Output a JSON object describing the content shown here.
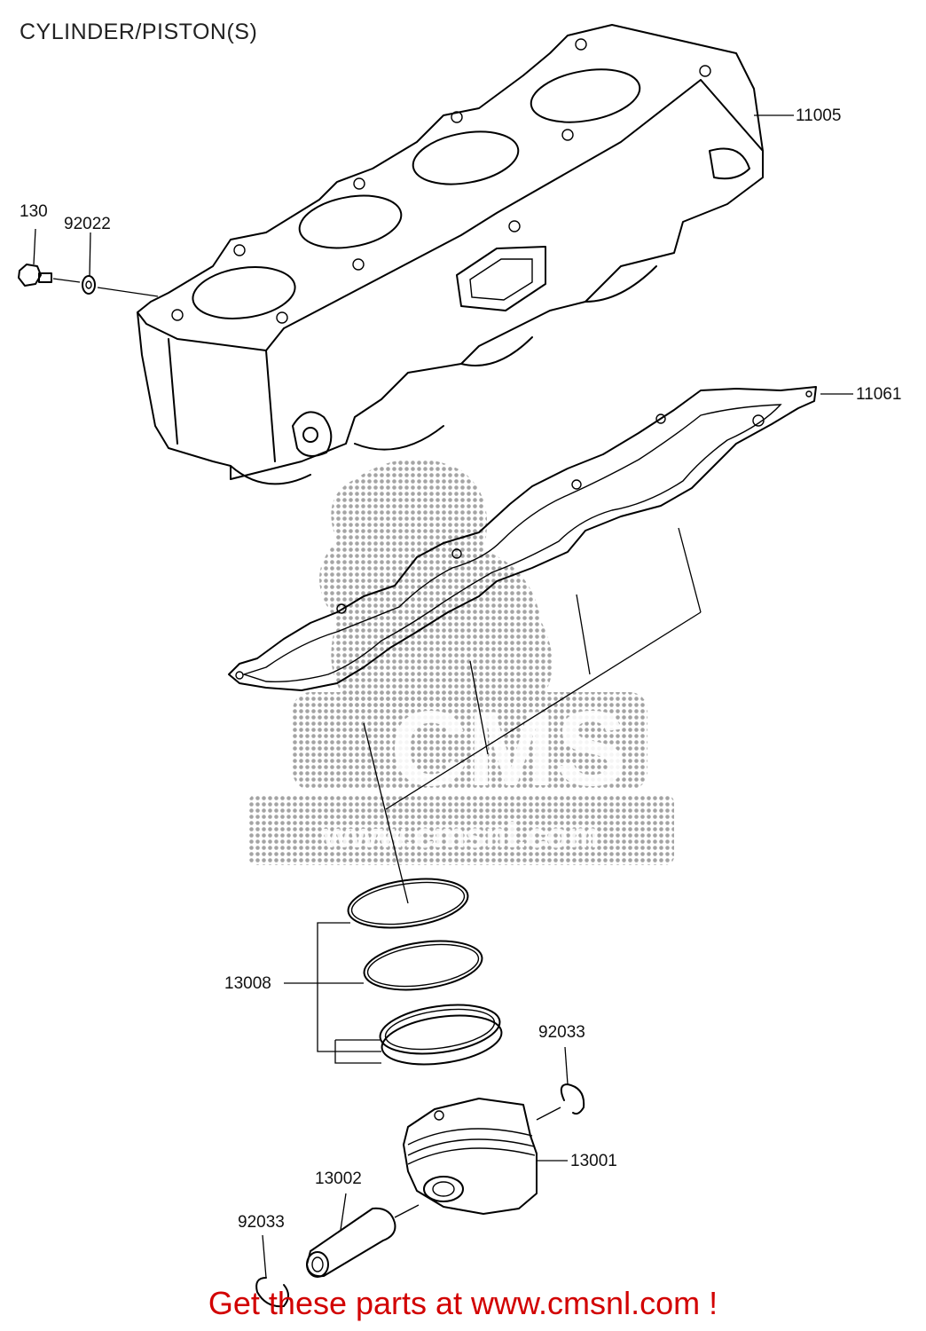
{
  "title": "CYLINDER/PISTON(S)",
  "labels": {
    "cylinder": "11005",
    "bolt": "130",
    "washer": "92022",
    "gasket": "11061",
    "rings": "13008",
    "circlip_right": "92033",
    "piston": "13001",
    "pin": "13002",
    "circlip_left": "92033"
  },
  "watermark": {
    "brand": "CMS",
    "url": "www.cmsnl.com"
  },
  "footer": "Get these parts at www.cmsnl.com !",
  "colors": {
    "footer": "#d20000",
    "watermark": "#9a9a9a"
  }
}
